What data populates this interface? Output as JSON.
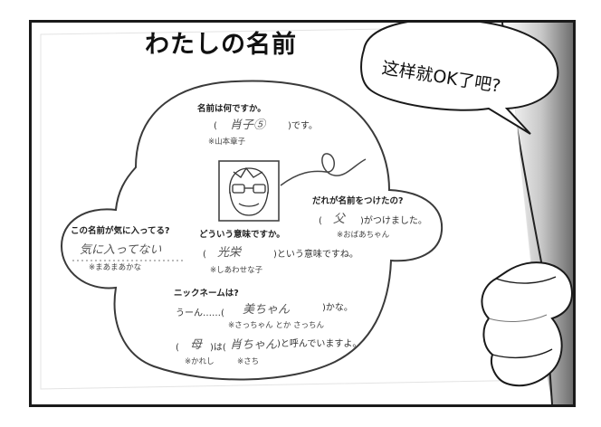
{
  "panel": {
    "worksheet_title": "わたしの名前",
    "speech_bubble": "这样就OK了吧?",
    "q_name": "名前は何ですか。",
    "name_open": "(",
    "name_answer": "肖子⑤",
    "name_close": ")です。",
    "name_note": "※山本章子",
    "q_who_named": "だれが名前をつけたの?",
    "who_open": "(",
    "who_answer": "父",
    "who_close": ")がつけました。",
    "who_note": "※おばあちゃん",
    "q_like": "この名前が気に入ってる?",
    "like_answer": "気に入ってない",
    "like_note": "※まあまあかな",
    "q_meaning": "どういう意味ですか。",
    "meaning_open": "(",
    "meaning_answer": "光栄",
    "meaning_close": ")という意味ですね。",
    "meaning_note": "※しあわせな子",
    "q_nickname": "ニックネームは?",
    "nick_prefix": "うーん……(",
    "nick_answer": "美ちゃん",
    "nick_close": ")かな。",
    "nick_note": "※さっちゃん とか さっちん",
    "call_open": "(",
    "call_who": "母",
    "call_mid": ")は(",
    "call_name": "肖ちゃん",
    "call_close": ")と呼んでいますよ。",
    "call_note1": "※かれし",
    "call_note2": "※さち"
  }
}
